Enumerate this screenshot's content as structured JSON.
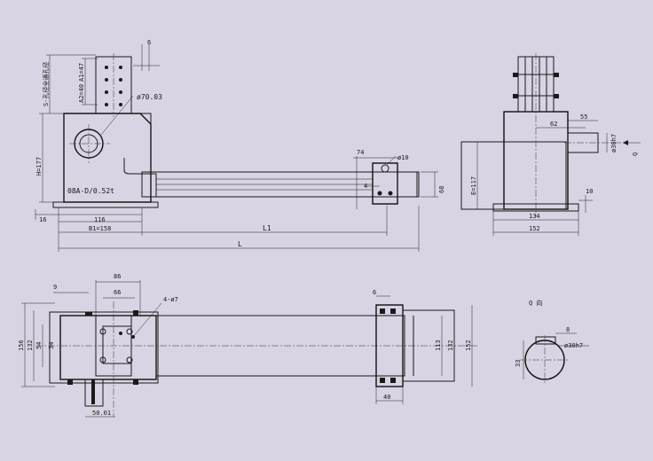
{
  "colors": {
    "background": "#d9d3e3",
    "line": "#1a1a1a"
  },
  "front_view": {
    "label_model": "08A-D/0.52t",
    "label_dia_main": "ø70.03",
    "label_dia_small": "ø10",
    "label_h": "H=177",
    "label_a1": "A1=47",
    "label_a2": "A2=40",
    "label_holes": "S-孔径全通孔径",
    "dim_6": "6",
    "dim_16": "16",
    "dim_116": "116",
    "dim_b1": "B1=158",
    "dim_l1": "L1",
    "dim_l": "L",
    "dim_74": "74",
    "dim_4": "4",
    "dim_68": "68"
  },
  "side_view": {
    "dim_62": "62",
    "dim_55": "55",
    "dim_shaft": "ø30h7",
    "dim_e": "E=117",
    "dim_10": "10",
    "dim_134": "134",
    "dim_152": "152",
    "arrow_label": "Q"
  },
  "top_view": {
    "dim_9": "9",
    "dim_86": "86",
    "dim_66": "66",
    "dim_holes": "4-ø7",
    "dim_6": "6",
    "dim_156": "156",
    "dim_132": "132",
    "dim_54": "54",
    "dim_34": "34",
    "dim_113": "113",
    "dim_132r": "132",
    "dim_152r": "152",
    "dim_40": "40",
    "dim_5001": "50.01"
  },
  "detail_view": {
    "title": "Q 向",
    "dim_8": "8",
    "dim_33": "33",
    "dim_shaft": "ø30h7"
  }
}
